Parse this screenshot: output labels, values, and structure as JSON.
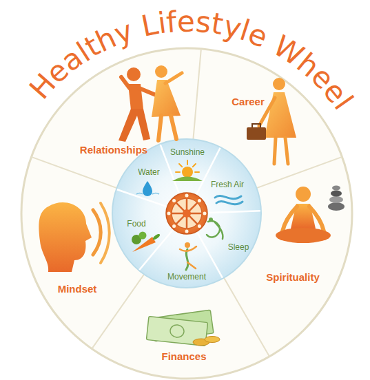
{
  "diagram": {
    "title": "Healthy Lifestyle Wheel",
    "labels": [
      "Relationships",
      "Career",
      "Sunshine",
      "Water",
      "Fresh Air",
      "Food",
      "Sleep",
      "Movement",
      "Spirituality",
      "Mindset",
      "Finances"
    ]
  }
}
